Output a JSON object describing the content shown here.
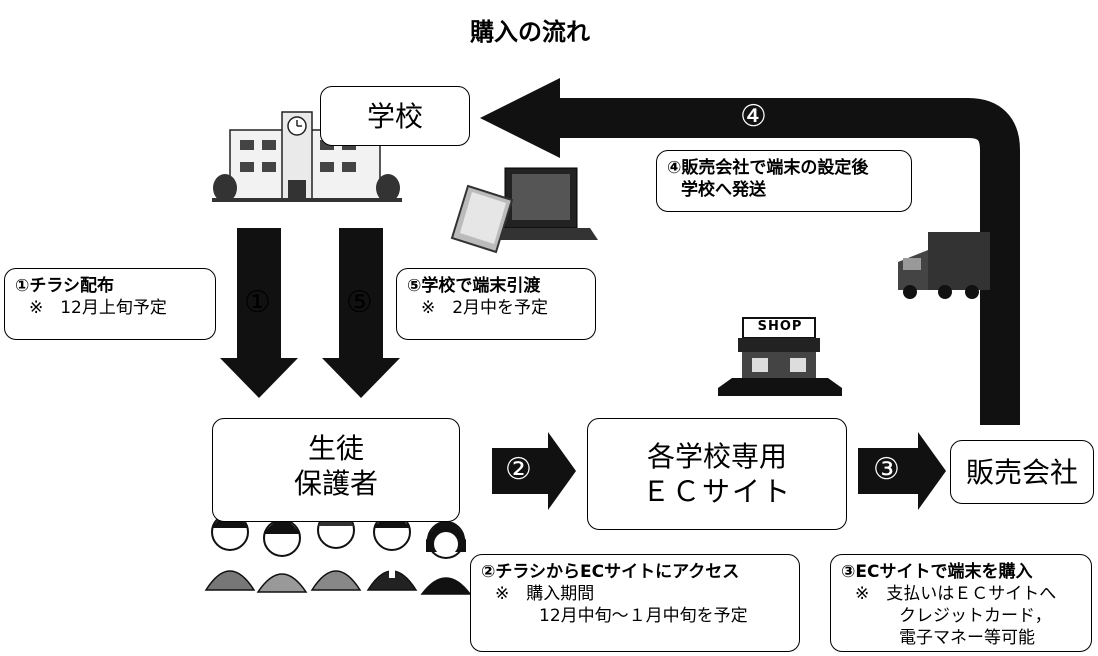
{
  "title": "購入の流れ",
  "nodes": {
    "school": "学校",
    "students_line1": "生徒",
    "students_line2": "保護者",
    "ec_line1": "各学校専用",
    "ec_line2": "ＥＣサイト",
    "vendor": "販売会社"
  },
  "step_markers": {
    "s1": "①",
    "s2": "②",
    "s3": "③",
    "s4": "④",
    "s5": "⑤"
  },
  "notes": {
    "n1": {
      "title": "①チラシ配布",
      "body": "※　12月上旬予定"
    },
    "n2": {
      "title": "②チラシからECサイトにアクセス",
      "body_line1": "※　購入期間",
      "body_line2": "12月中旬～１月中旬を予定"
    },
    "n3": {
      "title": "③ECサイトで端末を購入",
      "body_line1": "※　支払いはＥＣサイトへ",
      "body_line2": "クレジットカード，",
      "body_line3": "電子マネー等可能"
    },
    "n4": {
      "title_line1": "④販売会社で端末の設定後",
      "title_line2": "学校へ発送"
    },
    "n5": {
      "title": "⑤学校で端末引渡",
      "body": "※　2月中を予定"
    }
  },
  "shop_sign": "SHOP",
  "icons": [
    "school-building-icon",
    "tablet-computer-icon",
    "delivery-truck-icon",
    "shop-icon",
    "people-group-icon"
  ],
  "colors": {
    "arrow": "#111111",
    "line": "#000000",
    "background": "#ffffff"
  }
}
